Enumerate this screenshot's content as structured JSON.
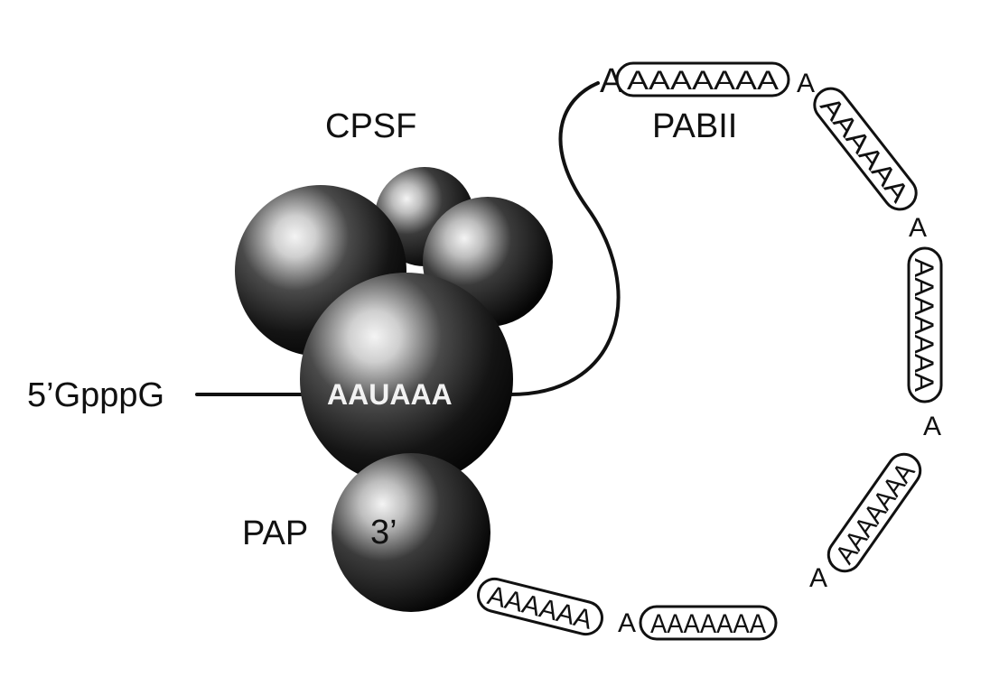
{
  "labels": {
    "complex_name": "CPSF",
    "binding_protein": "PABII",
    "five_prime_cap": "5’GpppG",
    "polymerase": "PAP",
    "signal_sequence": "AAUAAA",
    "three_prime": "3’"
  },
  "tail": {
    "linker_base": "A",
    "segments": [
      "AAAAAAA",
      "AAAAAA",
      "AAAAAAA",
      "AAAAAAA",
      "AAAAAAA",
      "AAAAAAA",
      "AAAAAA"
    ]
  },
  "colors": {
    "ink": "#111111",
    "background": "#ffffff"
  }
}
